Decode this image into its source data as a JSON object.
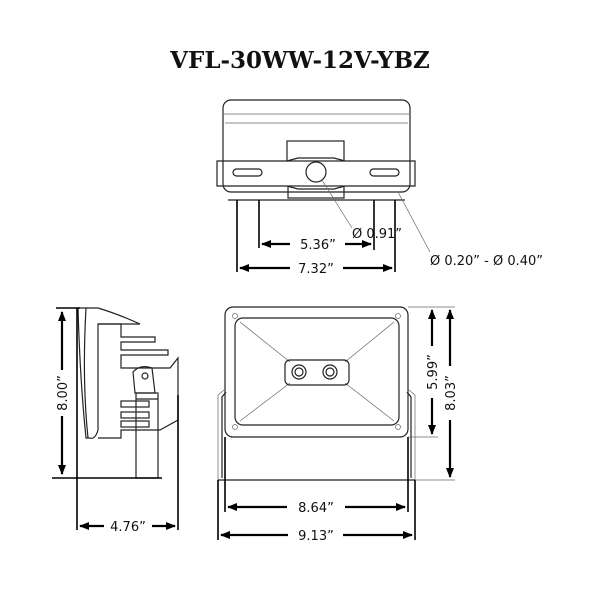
{
  "title": "VFL-30WW-12V-YBZ",
  "top_view": {
    "dim_inner": "5.36”",
    "dim_outer": "7.32”",
    "hole_diameter": "Ø 0.91”",
    "slot_diameter": "Ø 0.20” - Ø 0.40”"
  },
  "side_view": {
    "height": "8.00”",
    "depth": "4.76”"
  },
  "front_view": {
    "width_inner": "8.64”",
    "width_outer": "9.13”",
    "height_body": "5.99”",
    "height_total": "8.03”"
  }
}
